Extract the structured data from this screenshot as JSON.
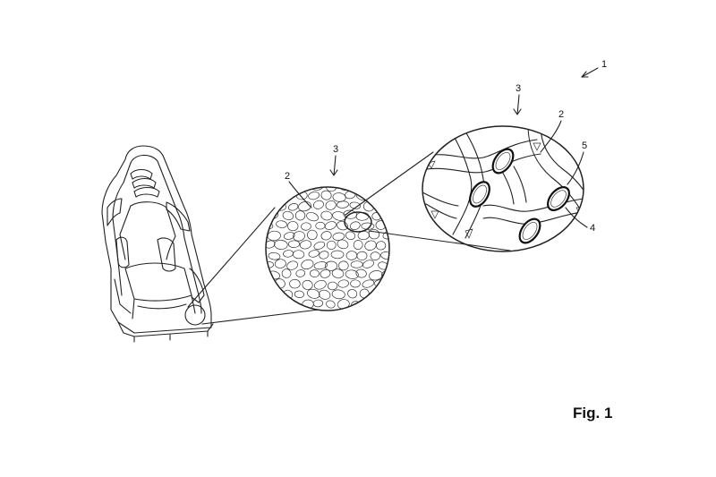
{
  "figure": {
    "caption": "Fig. 1",
    "labels": {
      "overall": "1",
      "foam_mid": "3",
      "cell_mid": "2",
      "foam_big": "3",
      "cell_big": "2",
      "shell": "5",
      "inclusion": "4"
    }
  }
}
